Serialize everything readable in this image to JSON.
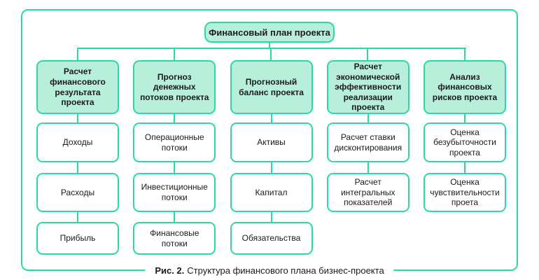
{
  "diagram": {
    "root": "Финансовый план проекта",
    "columns": [
      {
        "title": "Расчет\nфинансового\nрезультата проекта",
        "items": [
          "Доходы",
          "Расходы",
          "Прибыль"
        ]
      },
      {
        "title": "Прогноз денежных\nпотоков проекта",
        "items": [
          "Операционные\nпотоки",
          "Инвестиционные\nпотоки",
          "Финансовые потоки"
        ]
      },
      {
        "title": "Прогнозный\nбаланс проекта",
        "items": [
          "Активы",
          "Капитал",
          "Обязательства"
        ]
      },
      {
        "title": "Расчет\nэкономической\nэффективности\nреализации проекта",
        "items": [
          "Расчет ставки\nдисконтирования",
          "Расчет\nинтегральных\nпоказателей"
        ]
      },
      {
        "title": "Анализ\nфинансовых\nрисков проекта",
        "items": [
          "Оценка\nбезубыточности\nпроекта",
          "Оценка\nчувствительности\nпроета"
        ]
      }
    ]
  },
  "caption": {
    "label": "Рис. 2.",
    "text": "Структура финансового плана бизнес-проекта"
  },
  "colors": {
    "line": "#2bd9a4",
    "node_fill": "#b7efdb",
    "leaf_fill": "#ffffff",
    "text": "#1b1b1b"
  }
}
